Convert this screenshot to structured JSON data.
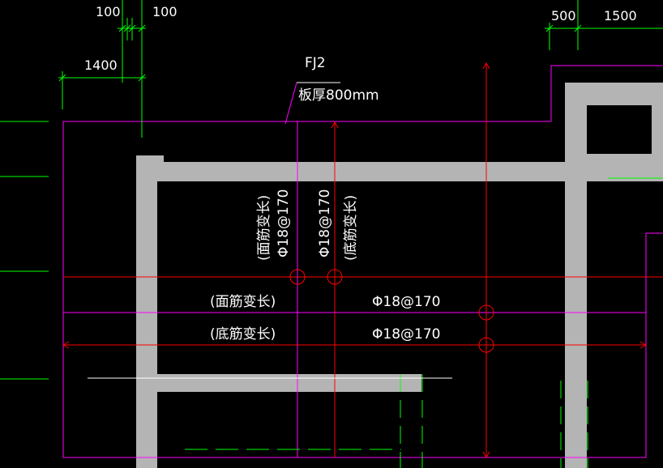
{
  "colors": {
    "background": "#000000",
    "wall": "#b4b4b4",
    "dimension": "#00ff00",
    "slab_outline": "#ff00ff",
    "rebar_top": "#ff00ff",
    "rebar_bottom": "#ff0000",
    "text": "#ffffff"
  },
  "dimensions": {
    "d_100_a": "100",
    "d_100_b": "100",
    "d_1400": "1400",
    "d_500": "500",
    "d_1500": "1500"
  },
  "slab": {
    "name": "FJ2",
    "thickness_label": "板厚800mm"
  },
  "rebar": {
    "vertical_top_note": "(面筋变长)",
    "vertical_top_spec": "Φ18@170",
    "vertical_bottom_spec": "Φ18@170",
    "vertical_bottom_note": "(底筋变长)",
    "horizontal_top_note": "(面筋变长)",
    "horizontal_top_spec": "Φ18@170",
    "horizontal_bottom_note": "(底筋变长)",
    "horizontal_bottom_spec": "Φ18@170"
  }
}
